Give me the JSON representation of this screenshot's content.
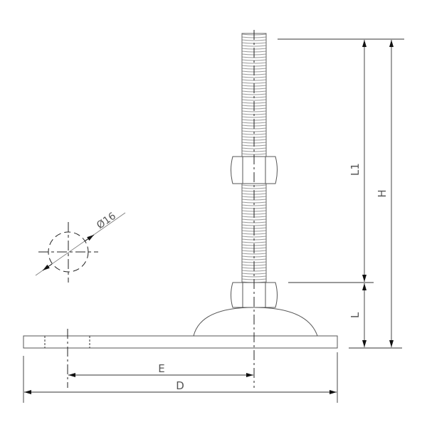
{
  "labels": {
    "L1": "L1",
    "H": "H",
    "L": "L",
    "E": "E",
    "D": "D",
    "diameter": "Ø16"
  },
  "colors": {
    "line": "#333333",
    "thread": "#999999"
  }
}
